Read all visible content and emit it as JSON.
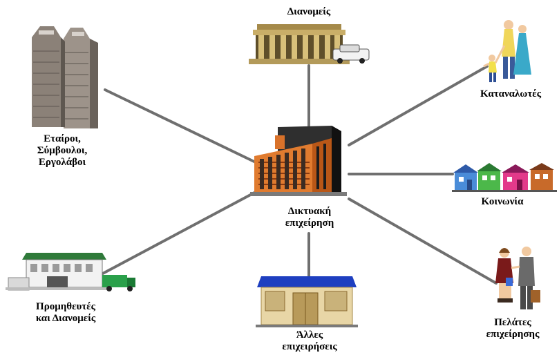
{
  "diagram": {
    "center": {
      "line1": "Δικτυακή",
      "line2": "επιχείρηση"
    },
    "nodes": {
      "distributors_top": {
        "line1": "Διανομείς"
      },
      "partners": {
        "line1": "Εταίροι,",
        "line2": "Σύμβουλοι,",
        "line3": "Εργολάβοι"
      },
      "consumers": {
        "line1": "Καταναλωτές"
      },
      "society": {
        "line1": "Κοινωνία"
      },
      "suppliers": {
        "line1": "Προμηθευτές",
        "line2": "και Διανομείς"
      },
      "other_businesses": {
        "line1": "Άλλες",
        "line2": "επιχειρήσεις"
      },
      "business_customers": {
        "line1": "Πελάτες",
        "line2": "επιχείρησης"
      }
    },
    "icons": {
      "center": "office-building-icon",
      "distributors_top": "bank-building-with-car-icon",
      "partners": "skyscraper-towers-icon",
      "consumers": "family-icon",
      "society": "row-of-houses-icon",
      "suppliers": "warehouse-with-truck-icon",
      "other_businesses": "store-icon",
      "business_customers": "business-handshake-icon"
    },
    "connector_color": "#6f6f6f"
  }
}
